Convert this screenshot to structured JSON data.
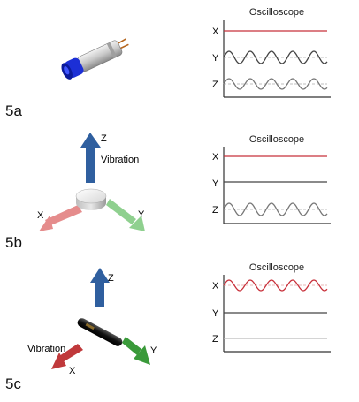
{
  "panels": [
    {
      "panel_label": "5a",
      "scope_title": "Oscilloscope",
      "channels": [
        {
          "label": "X",
          "signal": "flat",
          "color": "#c8303a"
        },
        {
          "label": "Y",
          "signal": "sine",
          "color": "#444444"
        },
        {
          "label": "Z",
          "signal": "sine",
          "color": "#777777"
        }
      ]
    },
    {
      "panel_label": "5b",
      "scope_title": "Oscilloscope",
      "axis_labels": {
        "z": "Z",
        "x": "X",
        "y": "Y"
      },
      "vibration_label": "Vibration",
      "channels": [
        {
          "label": "X",
          "signal": "flat",
          "color": "#c8303a"
        },
        {
          "label": "Y",
          "signal": "flat",
          "color": "#444444"
        },
        {
          "label": "Z",
          "signal": "sine",
          "color": "#777777"
        }
      ]
    },
    {
      "panel_label": "5c",
      "scope_title": "Oscilloscope",
      "axis_labels": {
        "z": "Z",
        "x": "X",
        "y": "Y"
      },
      "vibration_label": "Vibration",
      "channels": [
        {
          "label": "X",
          "signal": "sine",
          "color": "#c8303a"
        },
        {
          "label": "Y",
          "signal": "flat",
          "color": "#444444"
        },
        {
          "label": "Z",
          "signal": "flat",
          "color": "#bbbbbb"
        }
      ]
    }
  ],
  "colors": {
    "axis_z": "#2f5f9f",
    "axis_x": "#c0393b",
    "axis_y": "#3a9a3a",
    "axis_x_light": "#e58c8c",
    "axis_y_light": "#8fd08f",
    "sensor_blue": "#1c2fd6"
  }
}
